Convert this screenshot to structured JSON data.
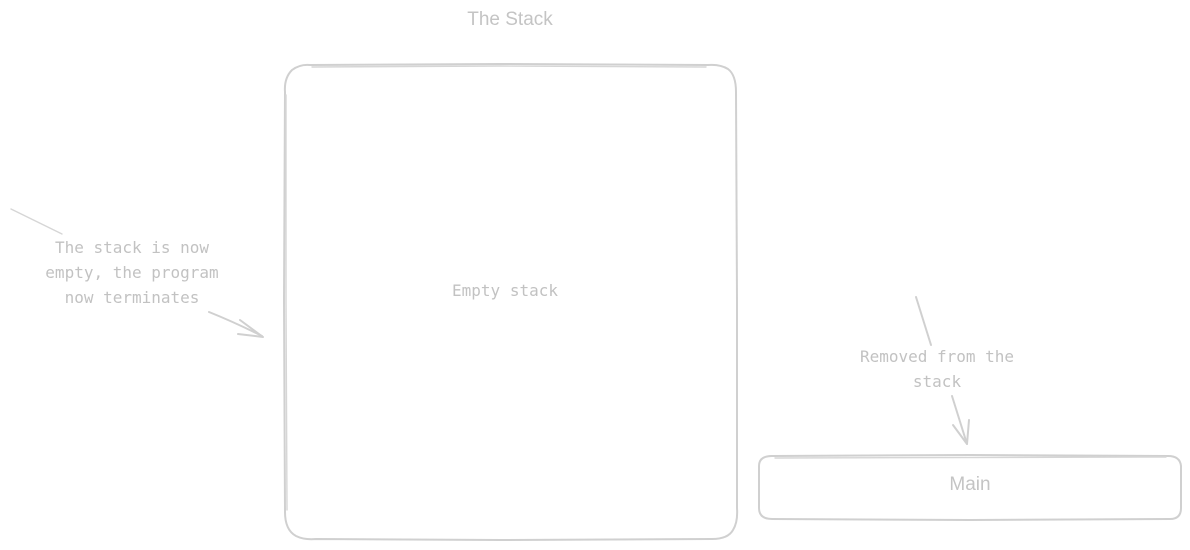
{
  "diagram": {
    "title": "The Stack",
    "stack_content": "Empty stack",
    "left_note": [
      "The stack is now",
      "empty, the program",
      "now terminates"
    ],
    "right_note": [
      "Removed from the",
      "stack"
    ],
    "removed_frame_label": "Main"
  },
  "colors": {
    "stroke": "#d0d0d0",
    "text": "#c2c2c2",
    "background": "#ffffff"
  }
}
